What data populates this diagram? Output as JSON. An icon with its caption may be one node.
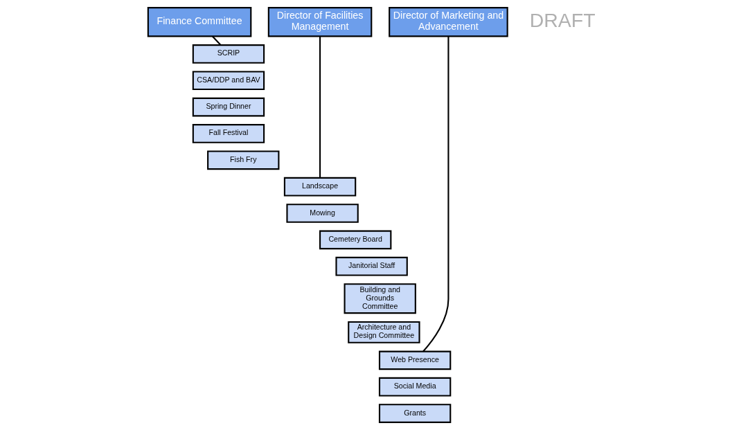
{
  "diagram": {
    "nodes": [
      {
        "text": [
          "Finance Committee"
        ]
      },
      {
        "text": [
          "Director of Facilities Management"
        ]
      },
      {
        "text": [
          "Director of Marketing and Advancement"
        ]
      },
      {
        "text": [
          "SCRIP"
        ]
      },
      {
        "text": [
          "CSA/DDP and BAV"
        ]
      },
      {
        "text": [
          "Spring Dinner"
        ]
      },
      {
        "text": [
          "Fall Festival"
        ]
      },
      {
        "text": [
          "Fish Fry"
        ]
      },
      {
        "text": [
          "Landscape"
        ]
      },
      {
        "text": [
          "Mowing"
        ]
      },
      {
        "text": [
          "Cemetery Board"
        ]
      },
      {
        "text": [
          "Janitorial Staff"
        ]
      },
      {
        "text": [
          "Building and Grounds Committee"
        ]
      },
      {
        "text": [
          "Architecture and Design Committee"
        ]
      },
      {
        "text": [
          "Web Presence"
        ]
      },
      {
        "text": [
          "Social Media"
        ]
      },
      {
        "text": [
          "Grants"
        ]
      }
    ],
    "edges": [
      {
        "from": 0,
        "to": 3,
        "arrow": "none"
      },
      {
        "from": 1,
        "to": 8,
        "arrow": "none"
      },
      {
        "from": 2,
        "to": 14,
        "arrow": "none"
      }
    ],
    "labels": [
      "DRAFT"
    ]
  }
}
